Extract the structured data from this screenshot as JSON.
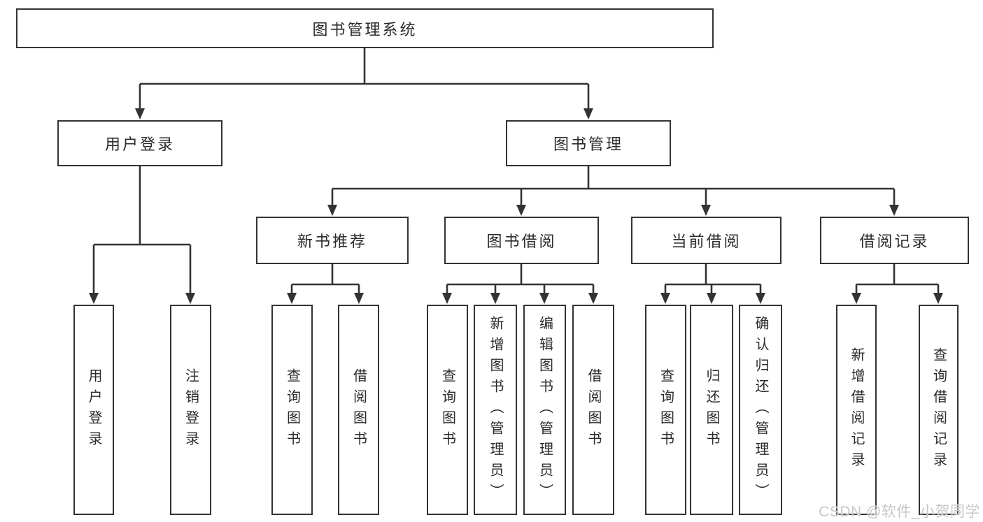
{
  "diagram_title": "图书管理系统",
  "colors": {
    "line": "#333333",
    "box_border": "#333333",
    "background": "#ffffff",
    "watermark": "#c7c7c7"
  },
  "nodes": {
    "root": "图书管理系统",
    "login": "用户登录",
    "mgmt": "图书管理",
    "rec": "新书推荐",
    "borrow": "图书借阅",
    "current": "当前借阅",
    "records": "借阅记录",
    "g1a": "用户登录",
    "g1b": "注销登录",
    "g2a": "查询图书",
    "g2b": "借阅图书",
    "g3a": "查询图书",
    "g3b": "新增图书（管理员）",
    "g3c": "编辑图书（管理员）",
    "g3d": "借阅图书",
    "g4a": "查询图书",
    "g4b": "归还图书",
    "g4c": "确认归还（管理员）",
    "g5a": "新增借阅记录",
    "g5b": "查询借阅记录"
  },
  "tree": {
    "label": "图书管理系统",
    "children": [
      {
        "label": "用户登录",
        "children": [
          "用户登录",
          "注销登录"
        ]
      },
      {
        "label": "图书管理",
        "children": [
          {
            "label": "新书推荐",
            "children": [
              "查询图书",
              "借阅图书"
            ]
          },
          {
            "label": "图书借阅",
            "children": [
              "查询图书",
              "新增图书（管理员）",
              "编辑图书（管理员）",
              "借阅图书"
            ]
          },
          {
            "label": "当前借阅",
            "children": [
              "查询图书",
              "归还图书",
              "确认归还（管理员）"
            ]
          },
          {
            "label": "借阅记录",
            "children": [
              "新增借阅记录",
              "查询借阅记录"
            ]
          }
        ]
      }
    ]
  },
  "watermark": "CSDN @软件_小贺同学"
}
